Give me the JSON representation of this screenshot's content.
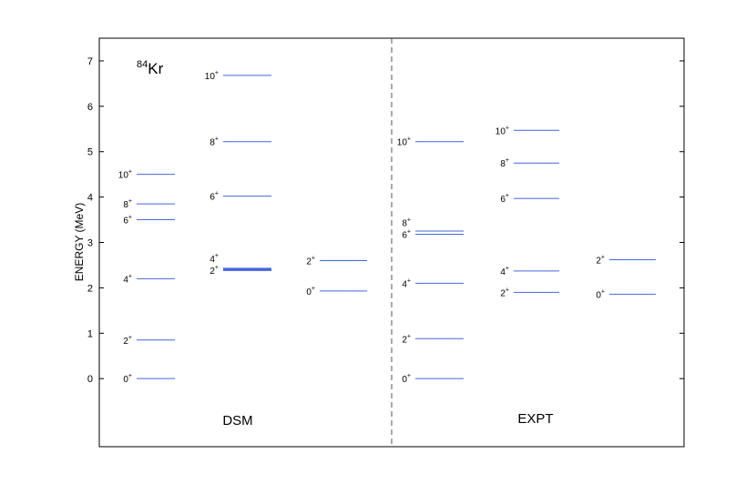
{
  "chart_data": {
    "type": "level-scheme",
    "ylabel": "ENERGY (MeV)",
    "ylim": [
      -1.5,
      7.5
    ],
    "yticks": [
      0,
      1,
      2,
      3,
      4,
      5,
      6,
      7
    ],
    "nucleus": {
      "mass": "84",
      "symbol": "Kr"
    },
    "line_color": "#4466dd",
    "panels": [
      {
        "label": "DSM",
        "bands": [
          {
            "levels": [
              {
                "spin": "0",
                "parity": "+",
                "energy": 0.0
              },
              {
                "spin": "2",
                "parity": "+",
                "energy": 0.85
              },
              {
                "spin": "4",
                "parity": "+",
                "energy": 2.2
              },
              {
                "spin": "6",
                "parity": "+",
                "energy": 3.5
              },
              {
                "spin": "8",
                "parity": "+",
                "energy": 3.85
              },
              {
                "spin": "10",
                "parity": "+",
                "energy": 4.5
              }
            ]
          },
          {
            "levels": [
              {
                "spin": "2",
                "parity": "+",
                "energy": 2.39
              },
              {
                "spin": "4",
                "parity": "+",
                "energy": 2.42
              },
              {
                "spin": "6",
                "parity": "+",
                "energy": 4.02
              },
              {
                "spin": "8",
                "parity": "+",
                "energy": 5.22
              },
              {
                "spin": "10",
                "parity": "+",
                "energy": 6.68
              }
            ]
          },
          {
            "levels": [
              {
                "spin": "0",
                "parity": "+",
                "energy": 1.93
              },
              {
                "spin": "2",
                "parity": "+",
                "energy": 2.6
              }
            ]
          }
        ]
      },
      {
        "label": "EXPT",
        "bands": [
          {
            "levels": [
              {
                "spin": "0",
                "parity": "+",
                "energy": 0.0
              },
              {
                "spin": "2",
                "parity": "+",
                "energy": 0.88
              },
              {
                "spin": "4",
                "parity": "+",
                "energy": 2.1
              },
              {
                "spin": "6",
                "parity": "+",
                "energy": 3.18
              },
              {
                "spin": "8",
                "parity": "+",
                "energy": 3.25
              },
              {
                "spin": "10",
                "parity": "+",
                "energy": 5.22
              }
            ]
          },
          {
            "levels": [
              {
                "spin": "2",
                "parity": "+",
                "energy": 1.9
              },
              {
                "spin": "4",
                "parity": "+",
                "energy": 2.37
              },
              {
                "spin": "6",
                "parity": "+",
                "energy": 3.97
              },
              {
                "spin": "8",
                "parity": "+",
                "energy": 4.75
              },
              {
                "spin": "10",
                "parity": "+",
                "energy": 5.47
              }
            ]
          },
          {
            "levels": [
              {
                "spin": "0",
                "parity": "+",
                "energy": 1.86
              },
              {
                "spin": "2",
                "parity": "+",
                "energy": 2.62
              }
            ]
          }
        ]
      }
    ]
  }
}
